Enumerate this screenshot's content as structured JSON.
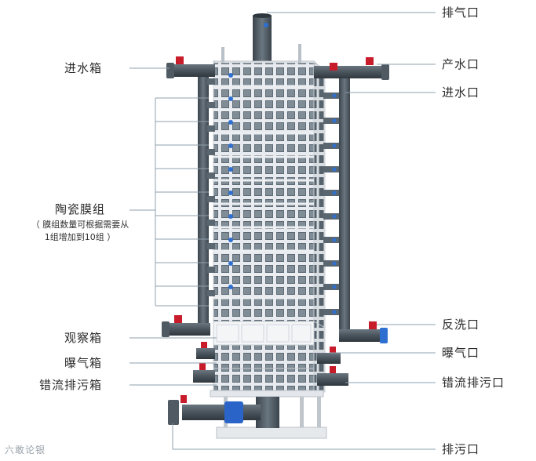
{
  "labels": {
    "exhaust_port": "排气口",
    "inlet_box": "进水箱",
    "product_outlet": "产水口",
    "water_inlet": "进水口",
    "ceramic_module": "陶瓷膜组",
    "module_note_line1": "（ 膜组数量可根据需要从",
    "module_note_line2": "1组增加到10组 ）",
    "backwash_port": "反洗口",
    "observation_box": "观察箱",
    "aeration_port": "曝气口",
    "aeration_box": "曝气箱",
    "crossflow_drain_box": "错流排污箱",
    "crossflow_drain_port": "错流排污口",
    "drain_port": "排污口"
  },
  "watermark": "六敢论银",
  "colors": {
    "pipe": "#4f5a63",
    "pipe_dark": "#3a434b",
    "frame": "#cfd3d8",
    "grid": "#7f8b95",
    "valve": "#c81c2a",
    "blue_dot": "#2f6fd0",
    "leader": "#8fa0ad"
  }
}
